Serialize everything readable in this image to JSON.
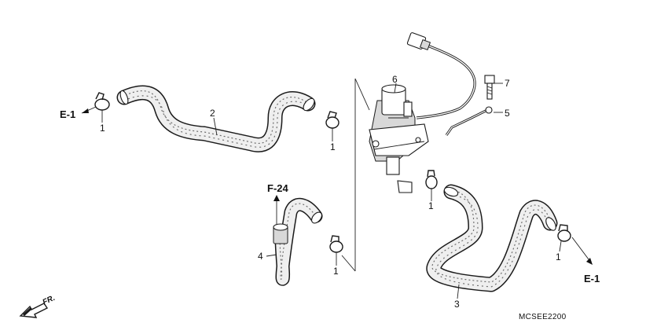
{
  "diagram": {
    "document_code": "MCSEE2200",
    "direction_label": "FR.",
    "refs": {
      "e1_left": "E-1",
      "e1_right": "E-1",
      "f24": "F-24"
    },
    "parts": {
      "clamp": "1",
      "hose_upper": "2",
      "hose_lower_right": "3",
      "hose_lower_left": "4",
      "stay": "5",
      "control_valve": "6",
      "bolt": "7"
    },
    "colors": {
      "hose_fill": "#efefef",
      "valve_fill": "#dedede",
      "line": "#1a1a1a"
    }
  }
}
